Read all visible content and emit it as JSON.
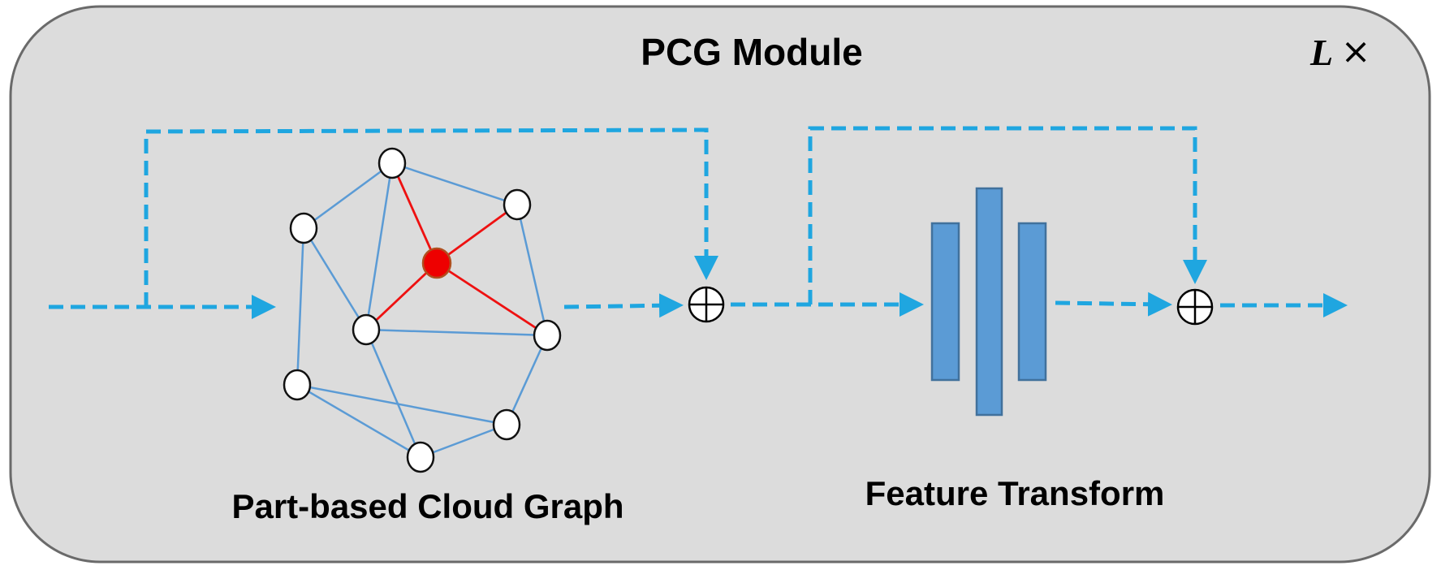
{
  "module": {
    "title": "PCG Module",
    "repeat_symbol": "L",
    "repeat_times": "×",
    "background": "#dcdcdc",
    "border": "#6a6a6a"
  },
  "graph": {
    "label": "Part-based Cloud Graph",
    "edge_color": "#5b9bd5",
    "highlight_color": "#ee1111"
  },
  "transform": {
    "label": "Feature Transform",
    "bar_color": "#5b9bd5"
  },
  "flow_color": "#1fa6e0"
}
